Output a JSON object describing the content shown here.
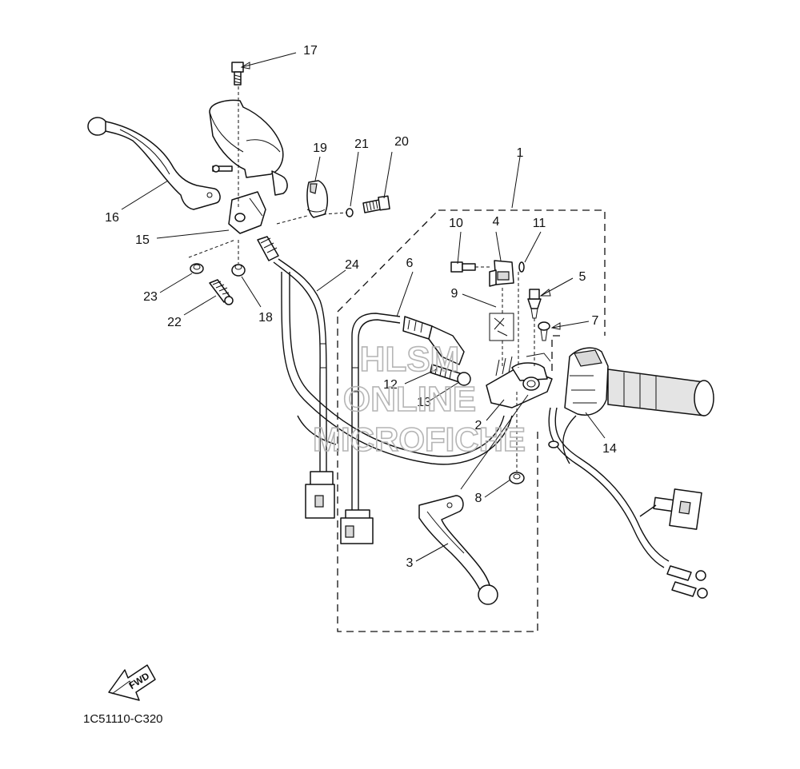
{
  "diagram": {
    "drawing_code": "1C51110-C320",
    "direction_marker": "FWD",
    "watermark_lines": [
      "HLSM",
      "ONLINE",
      "MICROFICHE"
    ],
    "callouts": [
      "1",
      "2",
      "3",
      "4",
      "5",
      "6",
      "7",
      "8",
      "9",
      "10",
      "11",
      "12",
      "13",
      "14",
      "15",
      "16",
      "17",
      "18",
      "19",
      "20",
      "21",
      "22",
      "23",
      "24"
    ]
  }
}
